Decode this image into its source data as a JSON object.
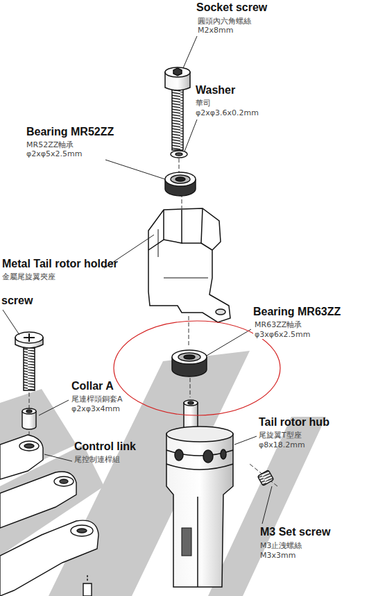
{
  "diagram": {
    "labels": [
      "Socket screw",
      "圓頭內六角螺絲",
      "M2x8mm",
      "Washer",
      "華司",
      "φ2xφ3.6x0.2mm",
      "Bearing MR52ZZ",
      "MR52ZZ軸承",
      "φ2xφ5x2.5mm",
      "Metal Tail rotor holder",
      "金屬尾旋翼夾座",
      "screw",
      "Bearing MR63ZZ",
      "MR63ZZ軸承",
      "φ3xφ6x2.5mm",
      "Collar A",
      "尾連桿頭銅套A",
      "φ2xφ3x4mm",
      "Control link",
      "尾控制連桿組",
      "Tail rotor hub",
      "尾旋翼T型座",
      "φ8x18.2mm",
      "M3 Set screw",
      "M3止洩螺絲",
      "M3x3mm"
    ]
  }
}
